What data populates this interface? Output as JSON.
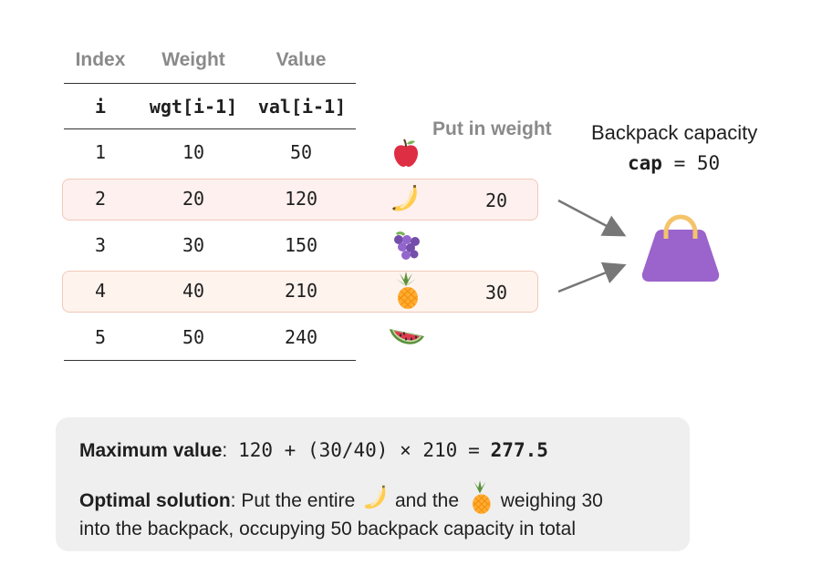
{
  "table": {
    "headers": [
      "Index",
      "Weight",
      "Value"
    ],
    "subheaders": [
      "i",
      "wgt[i-1]",
      "val[i-1]"
    ],
    "rows": [
      {
        "i": "1",
        "w": "10",
        "v": "50",
        "item": "apple"
      },
      {
        "i": "2",
        "w": "20",
        "v": "120",
        "item": "banana"
      },
      {
        "i": "3",
        "w": "30",
        "v": "150",
        "item": "grapes"
      },
      {
        "i": "4",
        "w": "40",
        "v": "210",
        "item": "pineapple"
      },
      {
        "i": "5",
        "w": "50",
        "v": "240",
        "item": "watermelon"
      }
    ]
  },
  "put_in": {
    "label": "Put in weight",
    "row2": "20",
    "row4": "30"
  },
  "backpack": {
    "label": "Backpack capacity",
    "cap_name": "cap",
    "cap_eq": "=",
    "cap_value": "50",
    "bag_color": "#9b63cc",
    "handle_color": "#f4c46b"
  },
  "summary": {
    "max_label": "Maximum value",
    "max_sep": ":",
    "max_expr": "120 + (30/40) × 210",
    "max_eq": "=",
    "max_result": "277.5",
    "opt_label": "Optimal solution",
    "opt_text_1": ": Put the entire",
    "opt_text_2": "and the",
    "opt_text_3": "weighing 30",
    "opt_text_4": "into the backpack, occupying 50 backpack capacity in total"
  },
  "colors": {
    "row_highlight_banana": "#fdf0ee",
    "row_highlight_pineapple": "#fff3ee",
    "header_gray": "#8a8a8a",
    "summary_bg": "#efefef"
  },
  "icons": [
    "apple-icon",
    "banana-icon",
    "grapes-icon",
    "pineapple-icon",
    "watermelon-icon",
    "backpack-icon"
  ]
}
